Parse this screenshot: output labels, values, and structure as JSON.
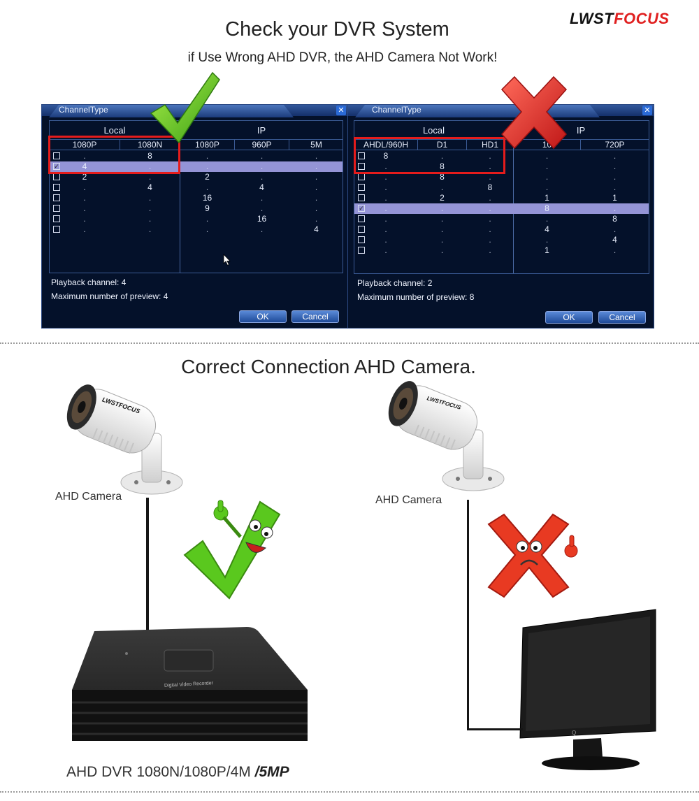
{
  "brand": {
    "part1": "LWST",
    "part2": "FOCUS"
  },
  "header": {
    "title": "Check your DVR System",
    "subtitle": "if Use Wrong AHD DVR, the AHD Camera Not Work!"
  },
  "left_dialog": {
    "title": "ChannelType",
    "local_label": "Local",
    "ip_label": "IP",
    "local_columns": [
      "1080P",
      "1080N"
    ],
    "ip_columns": [
      "1080P",
      "960P",
      "5M"
    ],
    "rows": [
      [
        "",
        "8",
        "",
        "",
        ""
      ],
      [
        "4",
        "",
        "",
        "",
        ""
      ],
      [
        "2",
        "",
        "2",
        "",
        ""
      ],
      [
        "",
        "4",
        "",
        "4",
        ""
      ],
      [
        "",
        "",
        "16",
        "",
        ""
      ],
      [
        "",
        "",
        "9",
        "",
        ""
      ],
      [
        "",
        "",
        "",
        "16",
        ""
      ],
      [
        "",
        "",
        "",
        "",
        "4"
      ]
    ],
    "playback": "Playback channel: 4",
    "max_preview": "Maximum number of preview: 4",
    "ok": "OK",
    "cancel": "Cancel"
  },
  "right_dialog": {
    "title": "ChannelType",
    "local_label": "Local",
    "ip_label": "IP",
    "local_columns": [
      "AHDL/960H",
      "D1",
      "HD1"
    ],
    "ip_columns": [
      "10",
      "720P"
    ],
    "rows": [
      [
        "8",
        "",
        "",
        "",
        ""
      ],
      [
        "",
        "8",
        "",
        "",
        ""
      ],
      [
        "",
        "8",
        "",
        "",
        ""
      ],
      [
        "",
        "",
        "8",
        "",
        ""
      ],
      [
        "",
        "2",
        "",
        "1",
        "1"
      ],
      [
        "",
        "",
        "",
        "8",
        ""
      ],
      [
        "",
        "",
        "",
        "",
        "8"
      ],
      [
        "",
        "",
        "",
        "4",
        ""
      ],
      [
        "",
        "",
        "",
        "",
        "4"
      ],
      [
        "",
        "",
        "",
        "1",
        ""
      ]
    ],
    "playback": "Playback channel: 2",
    "max_preview": "Maximum number of preview: 8",
    "ok": "OK",
    "cancel": "Cancel"
  },
  "connection": {
    "title": "Correct Connection AHD Camera.",
    "left_camera_label": "AHD Camera",
    "right_camera_label": "AHD Camera",
    "dvr_label_plain": "AHD DVR 1080N/1080P/4M",
    "dvr_label_bold": "/5MP",
    "camera_brand": "LWSTFOCUS",
    "dvr_faceplate": "Digital Video Recorder"
  },
  "colors": {
    "check_green": "#5ac81e",
    "cross_red": "#e02a22",
    "dvr_blue": "#04112a",
    "highlight": "#9494d6",
    "box_red": "#e51c1c"
  }
}
